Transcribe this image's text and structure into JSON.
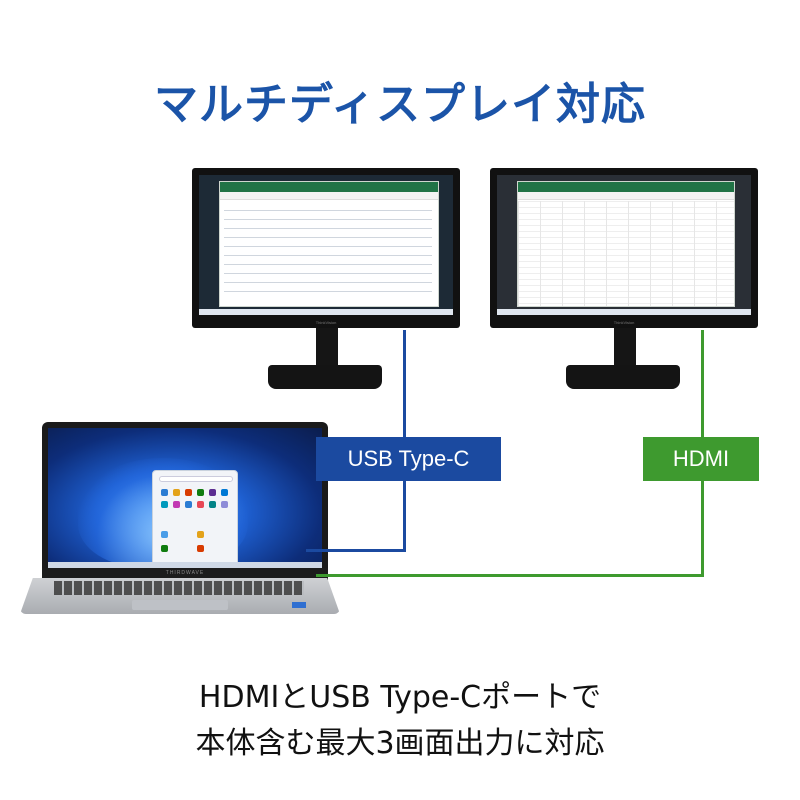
{
  "title": "マルチディスプレイ対応",
  "monitors": [
    {
      "brand": "ThinkVision"
    },
    {
      "brand": "ThinkVision"
    }
  ],
  "laptop": {
    "brand": "THIRDWAVE"
  },
  "connections": [
    {
      "label": "USB Type-C",
      "color": "#1b4aa0"
    },
    {
      "label": "HDMI",
      "color": "#3e9a2f"
    }
  ],
  "caption": {
    "line1": "HDMIとUSB Type-Cポートで",
    "line2": "本体含む最大3画面出力に対応"
  },
  "colors": {
    "title": "#1b54a8",
    "excel": "#217346"
  }
}
